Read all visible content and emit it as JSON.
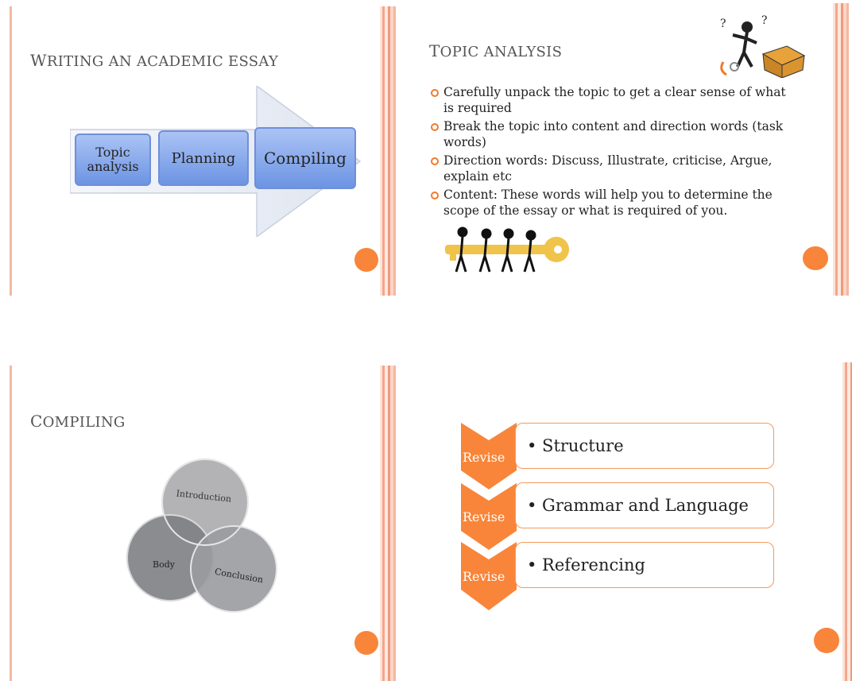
{
  "slide1": {
    "title_cap": "W",
    "title_rest": "RITING AN ACADEMIC ESSAY",
    "steps": [
      "Topic analysis",
      "Planning",
      "Compiling"
    ]
  },
  "slide2": {
    "title_cap": "T",
    "title_rest": "OPIC ANALYSIS",
    "bullets": [
      "Carefully unpack the topic to get a clear sense of what is required",
      "Break the topic into content and direction words (task words)",
      "Direction words: Discuss, Illustrate, criticise, Argue, explain etc",
      "Content: These words will help you to determine the scope of the essay or what is required of you."
    ]
  },
  "slide3": {
    "title_cap": "C",
    "title_rest": "OMPILING",
    "circles": [
      "Introduction",
      "Body",
      "Conclusion"
    ]
  },
  "slide4": {
    "rows": [
      {
        "label": "Revise",
        "item": "• Structure"
      },
      {
        "label": "Revise",
        "item": "• Grammar and Language"
      },
      {
        "label": "Revise",
        "item": "• Referencing"
      }
    ]
  },
  "colors": {
    "accent": "#f8853a",
    "box_blue": "#7ea2ea",
    "stripe": "#f4a68a"
  }
}
